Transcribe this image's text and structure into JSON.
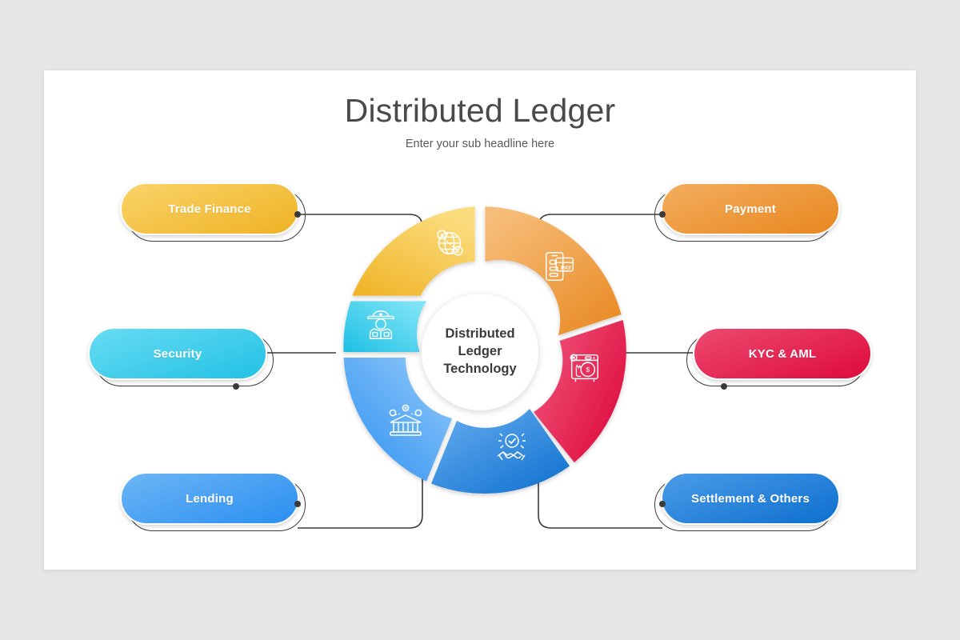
{
  "slide": {
    "background_color": "#e7e7e7",
    "card_color": "#ffffff",
    "title": "Distributed Ledger",
    "subtitle": "Enter your sub headline here"
  },
  "center": {
    "text": "Distributed\nLedger\nTechnology",
    "background_color": "#ffffff",
    "text_color": "#3b3b3b"
  },
  "chart_data": {
    "type": "pie",
    "title": "Distributed Ledger",
    "subtitle": "Enter your sub headline here",
    "center_label": "Distributed Ledger Technology",
    "categories": [
      "Trade Finance",
      "Payment",
      "KYC & AML",
      "Settlement & Others",
      "Lending",
      "Security"
    ],
    "values": [
      16.67,
      16.67,
      16.67,
      16.67,
      16.67,
      16.67
    ],
    "colors": [
      "#f7c33e",
      "#ef9b3b",
      "#e5204e",
      "#1878d2",
      "#3a9bf0",
      "#3ccbe8"
    ],
    "legend_position": "sides",
    "grid": false
  },
  "segments": [
    {
      "id": "trade-finance",
      "label": "Trade Finance",
      "icon": "globe-dollar-icon",
      "color_from": "#f9d46a",
      "color_to": "#efb224",
      "side": "left",
      "order": 1
    },
    {
      "id": "payment",
      "label": "Payment",
      "icon": "mobile-pay-icon",
      "color_from": "#f3ae5e",
      "color_to": "#e8871f",
      "side": "right",
      "order": 2
    },
    {
      "id": "kyc-aml",
      "label": "KYC & AML",
      "icon": "anti-money-laundering-icon",
      "color_from": "#ec4a70",
      "color_to": "#de0a3c",
      "side": "right",
      "order": 3
    },
    {
      "id": "settlement-others",
      "label": "Settlement & Others",
      "icon": "handshake-check-icon",
      "color_from": "#4b9ce8",
      "color_to": "#0d6fce",
      "side": "right",
      "order": 4
    },
    {
      "id": "lending",
      "label": "Lending",
      "icon": "bank-coins-icon",
      "color_from": "#6cb6f5",
      "color_to": "#2a8ef0",
      "side": "left",
      "order": 5
    },
    {
      "id": "security",
      "label": "Security",
      "icon": "security-officer-icon",
      "color_from": "#67dcf3",
      "color_to": "#22c1e4",
      "side": "left",
      "order": 6
    }
  ]
}
